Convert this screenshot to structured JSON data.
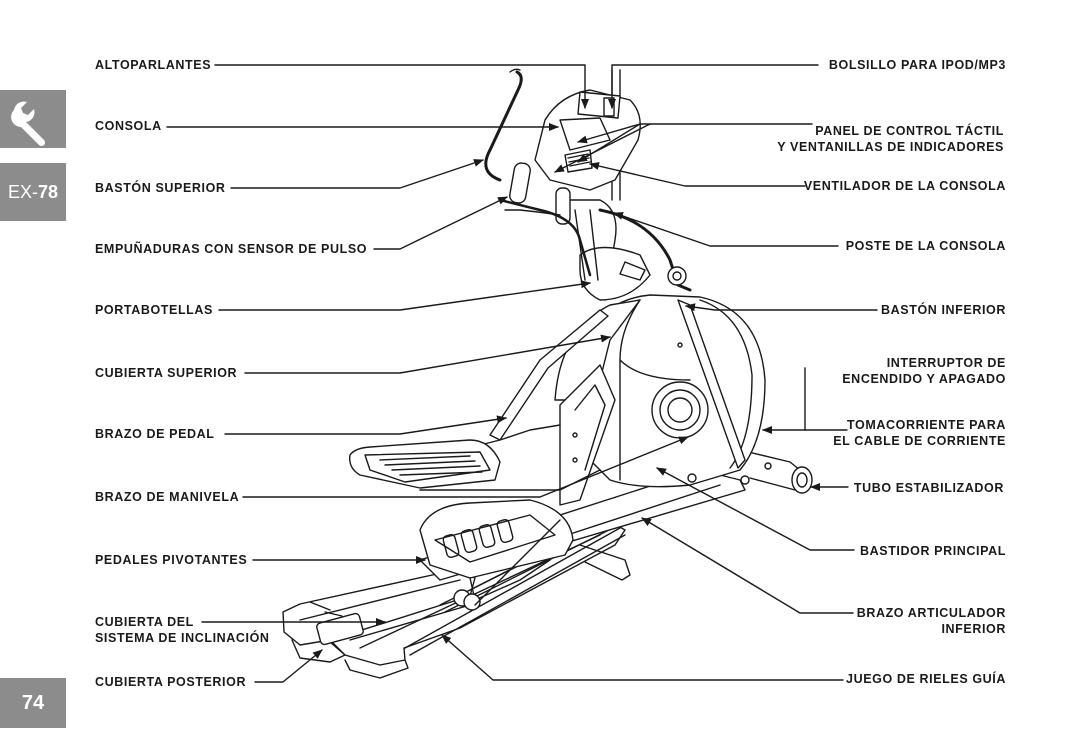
{
  "sidebar": {
    "tool_icon": "wrench-icon",
    "model_prefix": "EX-",
    "model_number": "78",
    "page_number": "74"
  },
  "labels_left": {
    "altoparlantes": "ALTOPARLANTES",
    "consola": "CONSOLA",
    "baston_superior": "BASTÓN SUPERIOR",
    "empunaduras": "EMPUÑADURAS CON SENSOR DE PULSO",
    "portabotellas": "PORTABOTELLAS",
    "cubierta_superior": "CUBIERTA SUPERIOR",
    "brazo_pedal": "BRAZO DE PEDAL",
    "brazo_manivela": "BRAZO DE MANIVELA",
    "pedales": "PEDALES PIVOTANTES",
    "cubierta_inclinacion_1": "CUBIERTA DEL",
    "cubierta_inclinacion_2": "SISTEMA DE INCLINACIÓN",
    "cubierta_posterior": "CUBIERTA POSTERIOR"
  },
  "labels_right": {
    "bolsillo": "BOLSILLO PARA IPOD/MP3",
    "panel_1": "PANEL DE CONTROL TÁCTIL",
    "panel_2": "Y VENTANILLAS DE INDICADORES",
    "ventilador": "VENTILADOR DE LA CONSOLA",
    "poste": "POSTE DE LA CONSOLA",
    "baston_inferior": "BASTÓN INFERIOR",
    "interruptor_1": "INTERRUPTOR DE",
    "interruptor_2": "ENCENDIDO Y APAGADO",
    "tomacorriente_1": "TOMACORRIENTE PARA",
    "tomacorriente_2": "EL CABLE DE CORRIENTE",
    "tubo": "TUBO ESTABILIZADOR",
    "bastidor": "BASTIDOR PRINCIPAL",
    "brazo_articulador_1": "BRAZO ARTICULADOR",
    "brazo_articulador_2": "INFERIOR",
    "rieles": "JUEGO DE RIELES GUÍA"
  },
  "colors": {
    "tab_gray": "#8c8c8c",
    "ink": "#1a1a1a"
  }
}
